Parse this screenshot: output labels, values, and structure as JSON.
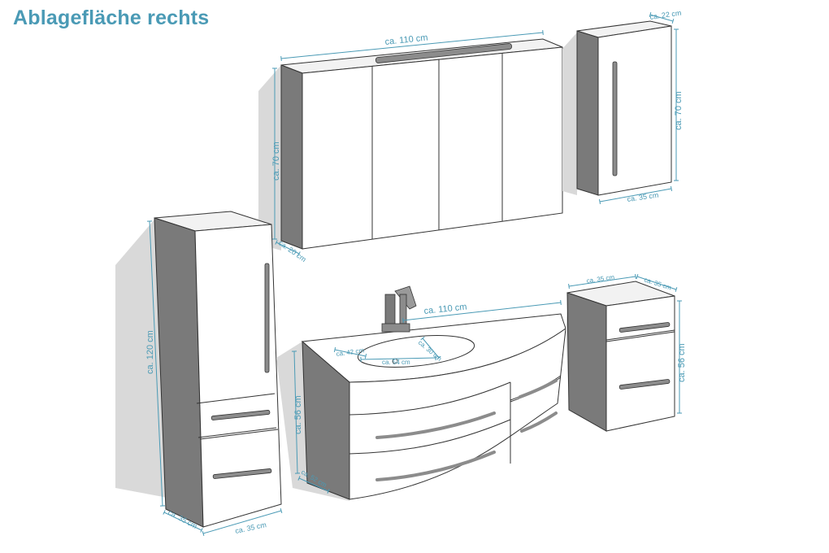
{
  "title": "Ablagefläche rechts",
  "colors": {
    "title": "#4a9ab5",
    "dimension": "#4a9ab5",
    "panel_side": "#7a7a7a",
    "panel_front": "#ffffff",
    "shadow": "#d9d9d9",
    "outline": "#333333",
    "handle": "#8c8c8c"
  },
  "mirror_cabinet": {
    "width_label": "ca. 110 cm",
    "height_label": "ca. 70 cm",
    "depth_label": "ca. 20 cm",
    "doors": 4
  },
  "upper_side_cabinet": {
    "depth_label": "ca. 22 cm",
    "height_label": "ca. 70 cm",
    "width_label": "ca. 35 cm"
  },
  "tall_cabinet": {
    "height_label": "ca. 120 cm",
    "depth_label": "ca. 35 cm",
    "width_label": "ca. 35 cm",
    "drawers": 2
  },
  "vanity": {
    "width_label": "ca. 110 cm",
    "height_label": "ca. 56 cm",
    "depth_label": "ca. 52 cm",
    "basin_depth_label": "ca. 42 cm",
    "basin_width_label": "ca. 54 cm",
    "basin_inner_label": "ca. 30 cm",
    "drawers": 4
  },
  "lower_side_cabinet": {
    "width_label": "ca. 35 cm",
    "depth_label": "ca. 35 cm",
    "height_label": "ca. 56 cm",
    "drawers": 2
  }
}
